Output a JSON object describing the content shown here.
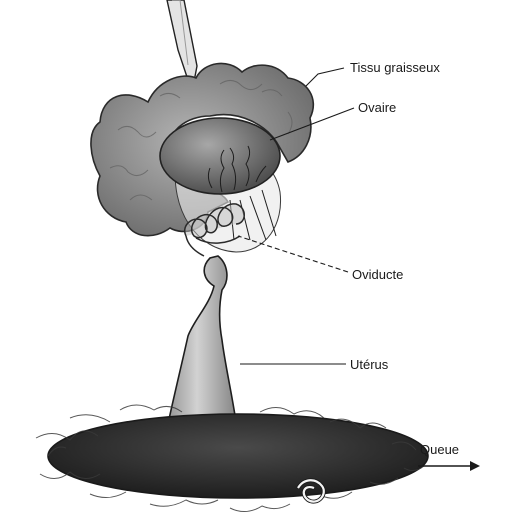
{
  "labels": {
    "fat": "Tissu graisseux",
    "ovary": "Ovaire",
    "oviduct": "Oviducte",
    "uterus": "Utérus",
    "tail": "Queue"
  },
  "colors": {
    "fat_fill": "#8f8f8f",
    "ovary_fill": "#6f6f6f",
    "uterus_fill": "#b3b3b3",
    "hole_fill": "#2f2f2f",
    "line": "#1a1a1a"
  }
}
